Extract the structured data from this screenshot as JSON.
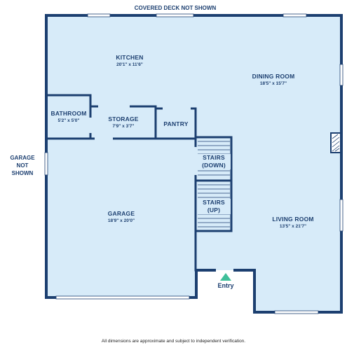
{
  "header_note": "COVERED DECK NOT SHOWN",
  "side_note": {
    "line1": "GARAGE",
    "line2": "NOT",
    "line3": "SHOWN"
  },
  "rooms": {
    "kitchen": {
      "name": "KITCHEN",
      "dims": "20'1\" x 11'6\""
    },
    "dining": {
      "name": "DINING ROOM",
      "dims": "18'5\" x 15'7\""
    },
    "bathroom": {
      "name": "BATHROOM",
      "dims": "5'2\" x 5'0\""
    },
    "storage": {
      "name": "STORAGE",
      "dims": "7'9\" x 3'7\""
    },
    "pantry": {
      "name": "PANTRY"
    },
    "stairs_down": {
      "line1": "STAIRS",
      "line2": "(DOWN)"
    },
    "stairs_up": {
      "line1": "STAIRS",
      "line2": "(UP)"
    },
    "garage": {
      "name": "GARAGE",
      "dims": "18'9\" x 20'0\""
    },
    "living": {
      "name": "LIVING ROOM",
      "dims": "13'5\" x 21'7\""
    }
  },
  "entry_label": "Entry",
  "footer": "All dimensions are approximate and subject to independent verification.",
  "colors": {
    "wall": "#1c3f70",
    "floor": "#d7ebf9",
    "entry_marker": "#3fbf9a"
  }
}
